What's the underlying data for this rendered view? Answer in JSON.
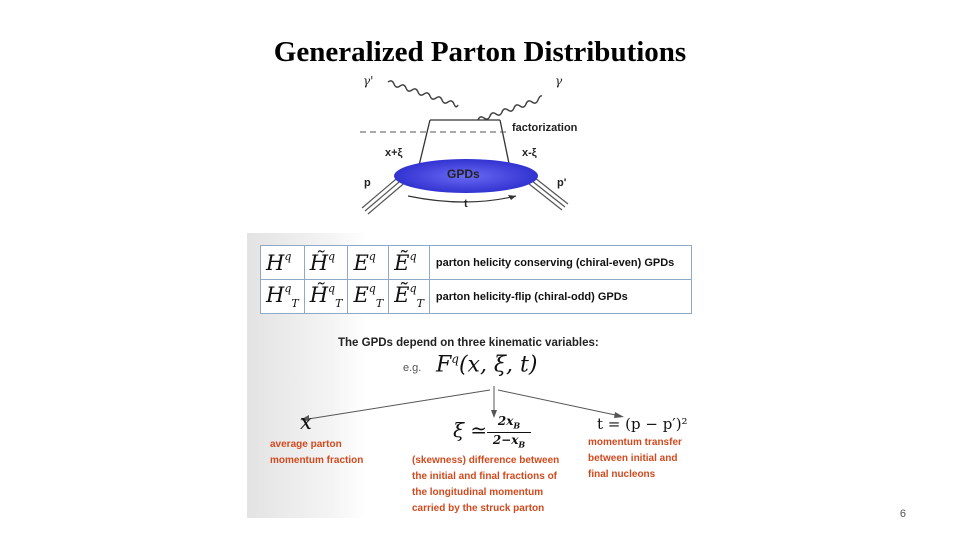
{
  "title": "Generalized Parton Distributions",
  "slide_number": "6",
  "feynman": {
    "gamma_in": "γ'",
    "gamma_out": "γ",
    "factorization": "factorization",
    "x_plus": "x+ξ",
    "x_minus": "x-ξ",
    "blob": "GPDs",
    "p_in": "p",
    "p_out": "p'",
    "t": "t",
    "blob_color": "#3a3ae0"
  },
  "gpd_table": {
    "rows": [
      {
        "cells": [
          {
            "base": "H",
            "sup": "q",
            "sub": ""
          },
          {
            "base": "H̃",
            "sup": "q",
            "sub": ""
          },
          {
            "base": "E",
            "sup": "q",
            "sub": ""
          },
          {
            "base": "Ẽ",
            "sup": "q",
            "sub": ""
          }
        ],
        "desc": "parton helicity conserving (chiral-even) GPDs"
      },
      {
        "cells": [
          {
            "base": "H",
            "sup": "q",
            "sub": "T"
          },
          {
            "base": "H̃",
            "sup": "q",
            "sub": "T"
          },
          {
            "base": "E",
            "sup": "q",
            "sub": "T"
          },
          {
            "base": "Ẽ",
            "sup": "q",
            "sub": "T"
          }
        ],
        "desc": "parton helicity-flip (chiral-odd) GPDs"
      }
    ]
  },
  "kinematics": {
    "heading": "The GPDs depend on three kinematic variables:",
    "eg": "e.g.",
    "formula": "F",
    "formula_sup": "q",
    "formula_args": "(x, ξ, t)",
    "x_symbol": "x",
    "xi_left": "ξ ≃",
    "xi_num": "2x",
    "xi_num_sub": "B",
    "xi_den": "2−x",
    "xi_den_sub": "B",
    "t_formula": "t = (p − p′)²",
    "x_desc": [
      "average parton",
      "momentum fraction"
    ],
    "xi_desc": [
      "(skewness) difference between",
      "the initial and final fractions of",
      "the   longitudinal   momentum",
      "carried by the struck parton"
    ],
    "t_desc": [
      "momentum  transfer",
      "between  initial  and",
      "final nucleons"
    ],
    "desc_color": "#d14a1e"
  }
}
